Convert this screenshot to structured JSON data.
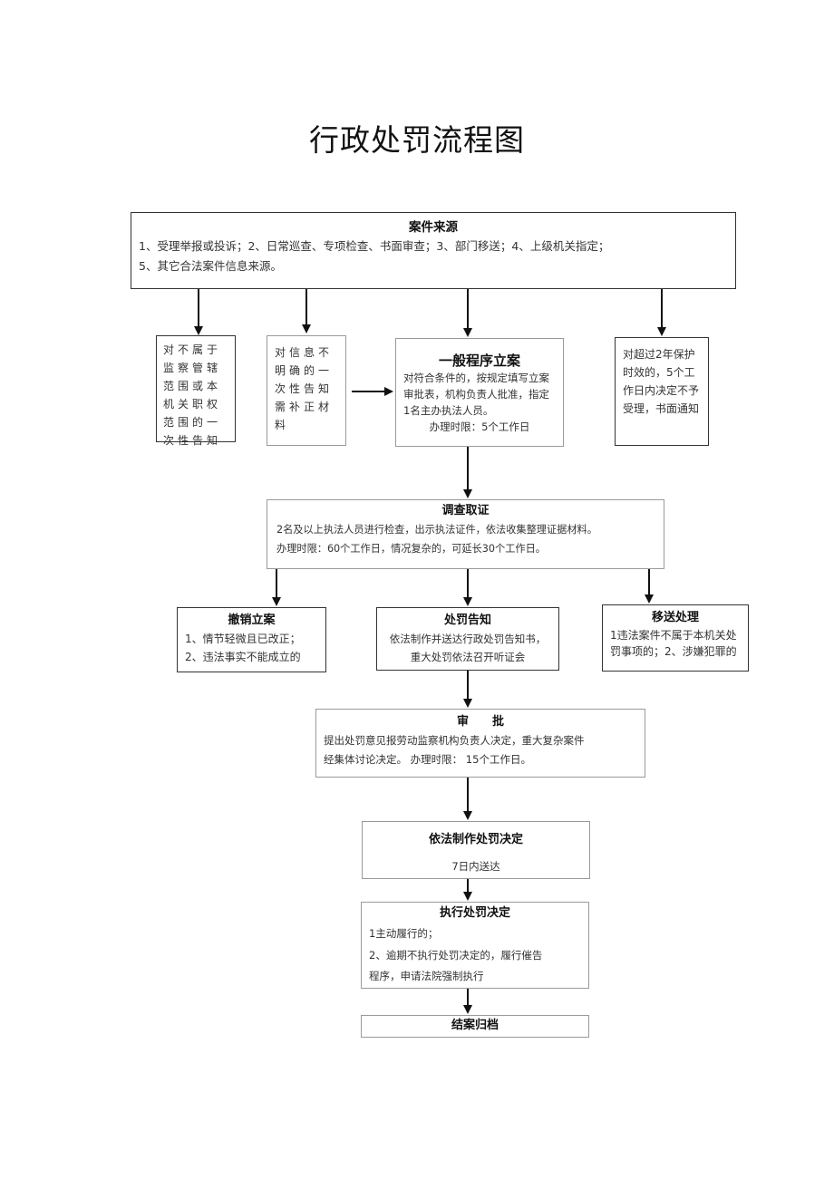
{
  "title": "行政处罚流程图",
  "source": {
    "title": "案件来源",
    "line1": "1、受理举报或投诉；2、日常巡查、专项检查、书面审查；3、部门移送；4、上级机关指定；",
    "line2": "5、其它合法案件信息来源。"
  },
  "not_jurisdiction": {
    "text": "对不属于监察管辖范围或本机关职权范围的一次性告知"
  },
  "unclear_info": {
    "text": "对信息不明确的一次性告知需补正材料"
  },
  "general_case": {
    "title": "一般程序立案",
    "text": "对符合条件的，按规定填写立案审批表，机构负责人批准，指定1名主办执法人员。",
    "time": "办理时限：5个工作日"
  },
  "expired": {
    "text": "对超过2年保护时效的，5个工作日内决定不予受理，书面通知"
  },
  "investigation": {
    "title": "调查取证",
    "line1": "2名及以上执法人员进行检查，出示执法证件，依法收集整理证据材料。",
    "line2": "办理时限：60个工作日，情况复杂的，可延长30个工作日。"
  },
  "revoke": {
    "title": "撤销立案",
    "line1": "1、情节轻微且已改正；",
    "line2": "2、违法事实不能成立的"
  },
  "notice": {
    "title": "处罚告知",
    "line1": "依法制作并送达行政处罚告知书，",
    "line2": "重大处罚依法召开听证会"
  },
  "transfer": {
    "title": "移送处理",
    "text": "1违法案件不属于本机关处罚事项的；2、涉嫌犯罪的"
  },
  "approval": {
    "title": "审　　批",
    "line1": "提出处罚意见报劳动监察机构负责人决定，重大复杂案件",
    "line2": "经集体讨论决定。 办理时限： 15个工作日。"
  },
  "decision": {
    "title": "依法制作处罚决定",
    "sub": "7日内送达"
  },
  "execute": {
    "title": "执行处罚决定",
    "line1": "1主动履行的；",
    "line2": "2、逾期不执行处罚决定的，履行催告",
    "line3": "程序，申请法院强制执行"
  },
  "close": {
    "title": "结案归档"
  }
}
